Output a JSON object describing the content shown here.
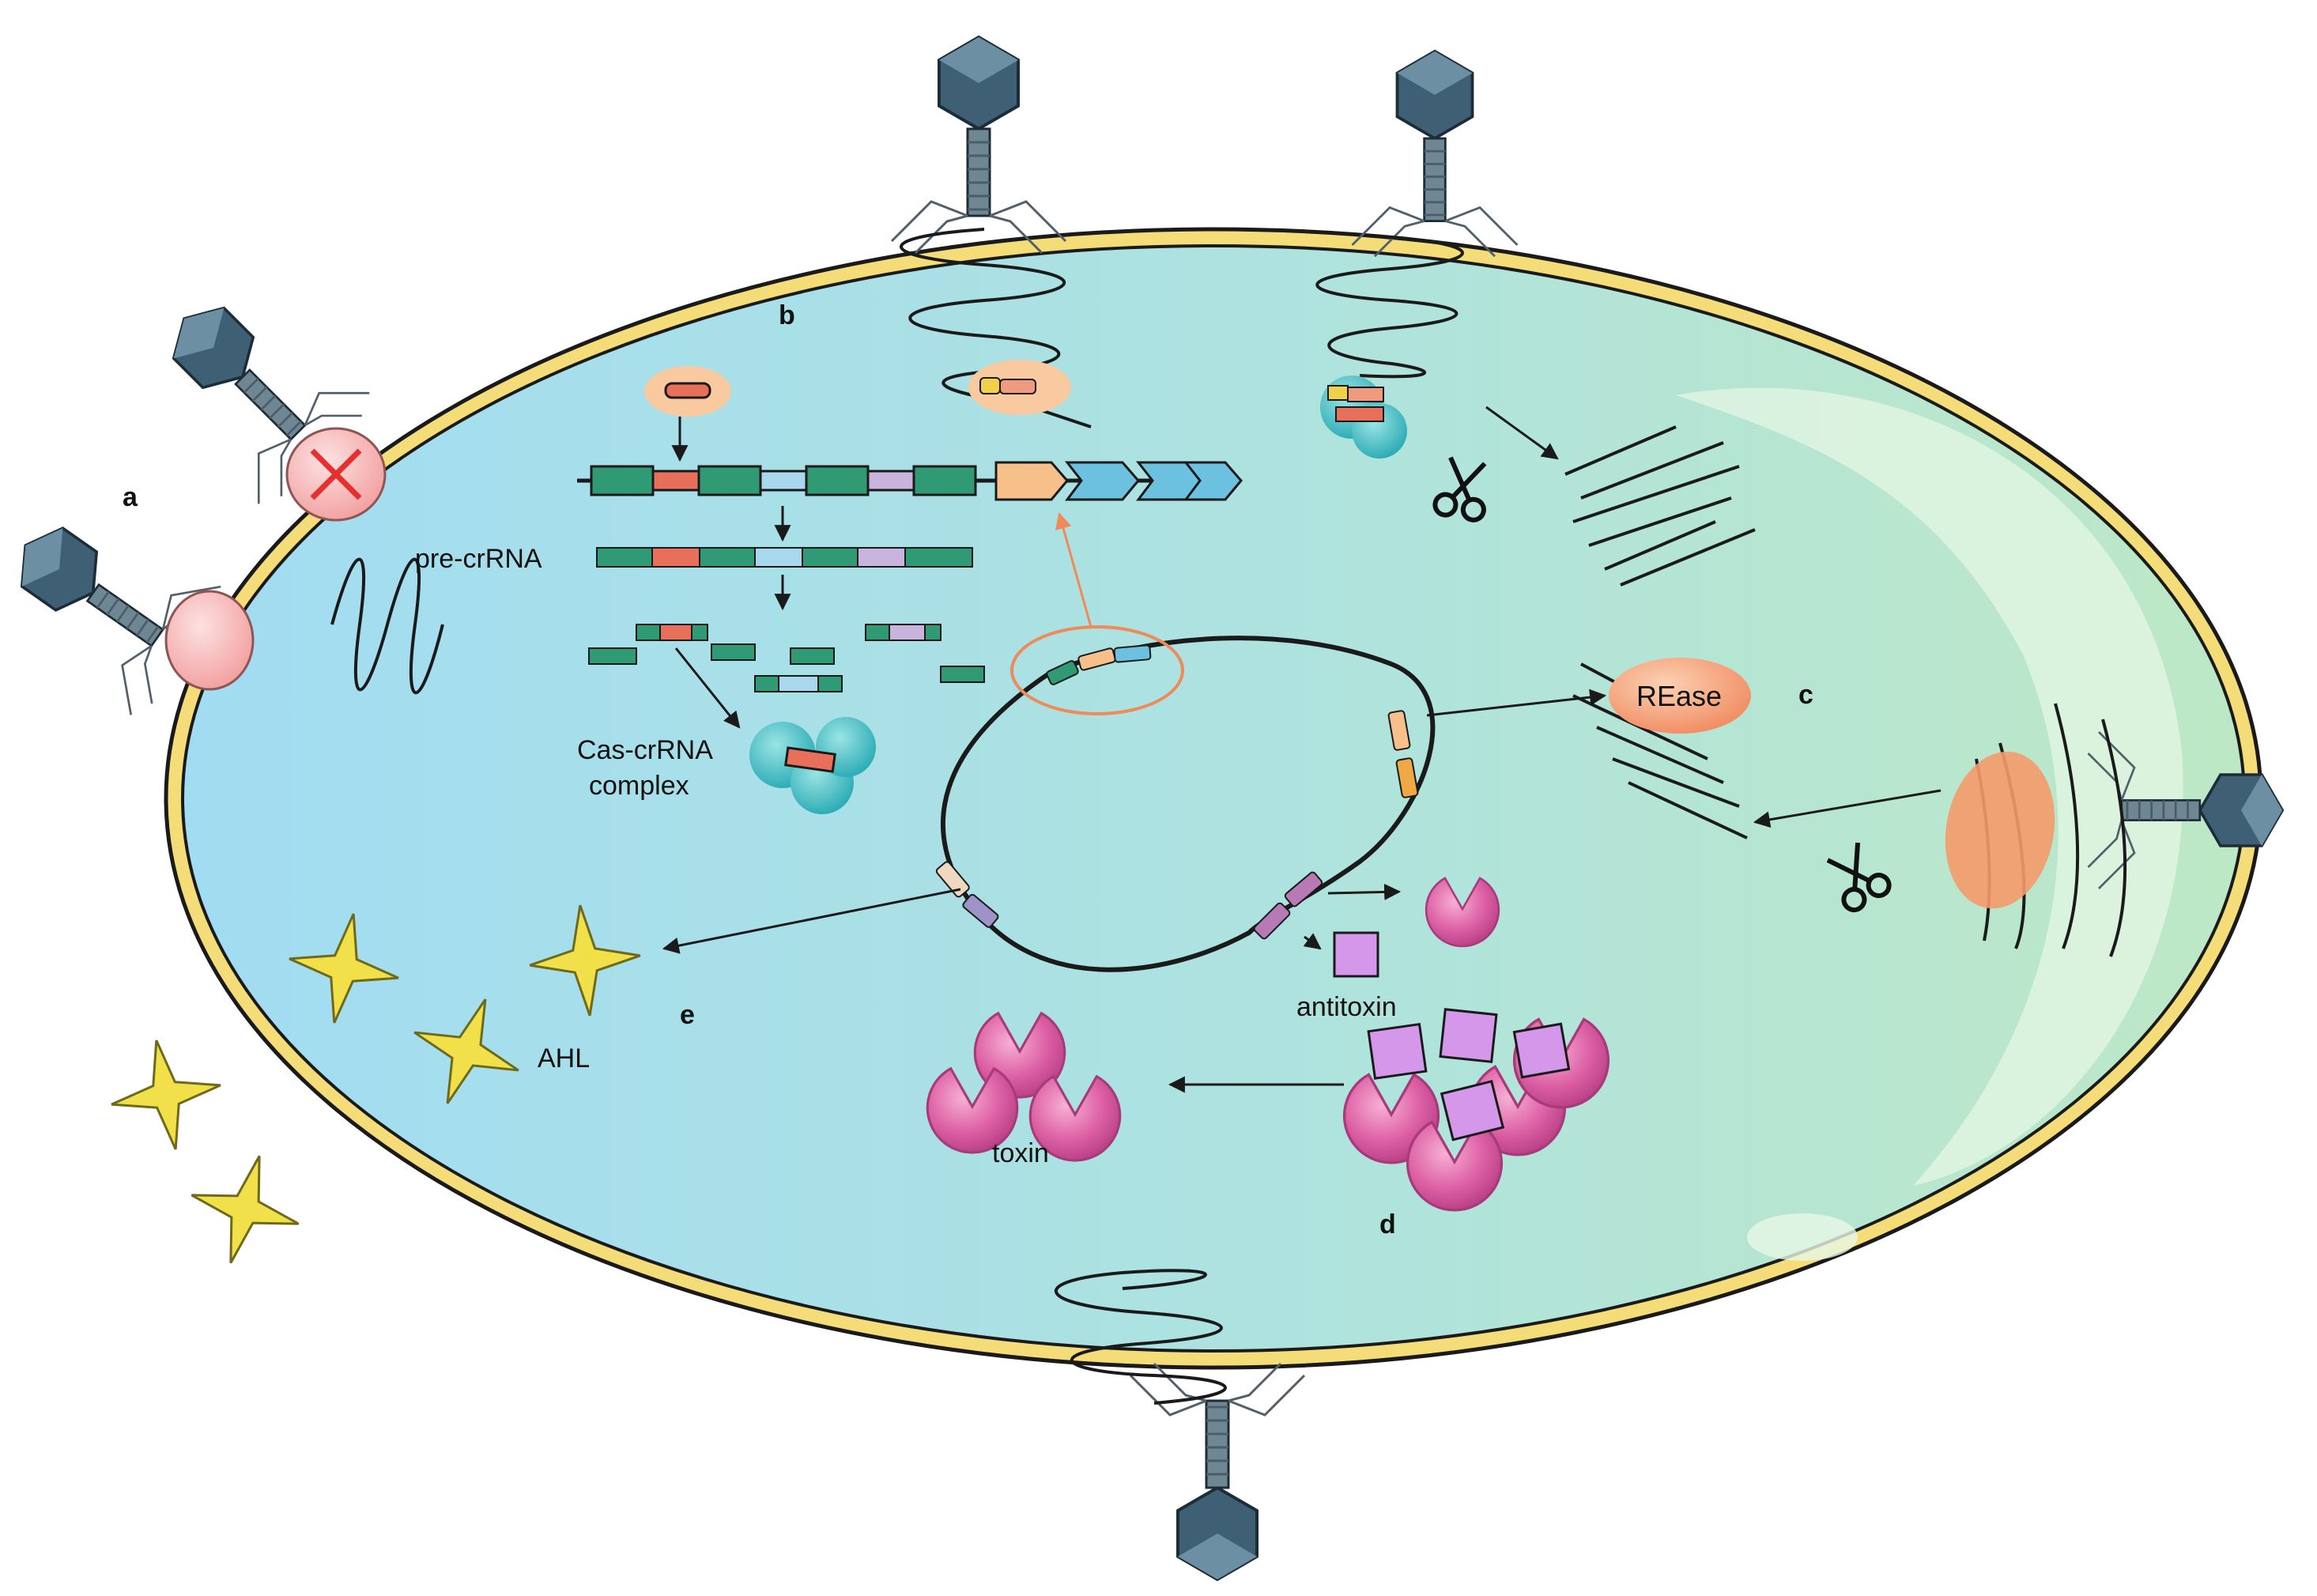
{
  "panels": {
    "a": "a",
    "b": "b",
    "c": "c",
    "d": "d",
    "e": "e"
  },
  "labels": {
    "pre_crrna": "pre-crRNA",
    "cas_crrna_line1": "Cas-crRNA",
    "cas_crrna_line2": "complex",
    "rease": "REase",
    "antitoxin": "antitoxin",
    "toxin": "toxin",
    "ahl": "AHL"
  },
  "colors": {
    "cytoplasm_left": "#a6def0",
    "cytoplasm_right": "#b6e6cc",
    "membrane": "#f4dc78",
    "membrane_edge": "#1a1a1a",
    "cas_green": "#2f9a74",
    "spacer_red": "#e8705a",
    "spacer_blue": "#a9d7ee",
    "spacer_purple": "#c8b4dc",
    "cas_orange": "#f7c08a",
    "cas_blue": "#6cc0e0",
    "toxin_pink": "#d8589a",
    "antitoxin_violet": "#d597ea",
    "ahl_yellow": "#f1e04a",
    "rease_orange": "#f5956a",
    "arrow_orange": "#ef8a5a"
  },
  "icons": [
    "phage-icon",
    "scissors-icon",
    "ahl-star-icon",
    "toxin-icon",
    "antitoxin-icon",
    "cas-complex-icon",
    "rease-enzyme-icon"
  ]
}
